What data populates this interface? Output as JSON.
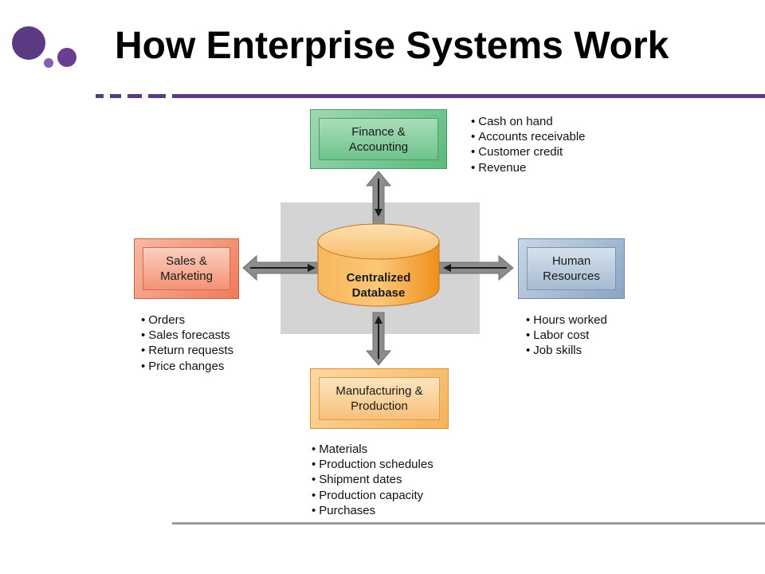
{
  "slide": {
    "title": "How Enterprise Systems Work"
  },
  "colors": {
    "accent_purple": "#5b3a84",
    "finance_green": "#5cba7d",
    "sales_red": "#ef7a58",
    "hr_blue": "#8aa5c2",
    "mfg_orange": "#f5b25a",
    "database_orange": "#f39a2b",
    "backdrop_gray": "#d4d4d4",
    "arrow_gray": "#8c8c8c"
  },
  "diagram": {
    "center": {
      "label": "Centralized\nDatabase"
    },
    "finance": {
      "label": "Finance &\nAccounting",
      "items": [
        "Cash on hand",
        "Accounts receivable",
        "Customer credit",
        "Revenue"
      ]
    },
    "sales": {
      "label": "Sales &\nMarketing",
      "items": [
        "Orders",
        "Sales forecasts",
        "Return requests",
        "Price changes"
      ]
    },
    "hr": {
      "label": "Human\nResources",
      "items": [
        "Hours worked",
        "Labor cost",
        "Job skills"
      ]
    },
    "manufacturing": {
      "label": "Manufacturing &\nProduction",
      "items": [
        "Materials",
        "Production schedules",
        "Shipment dates",
        "Production capacity",
        "Purchases"
      ]
    }
  }
}
